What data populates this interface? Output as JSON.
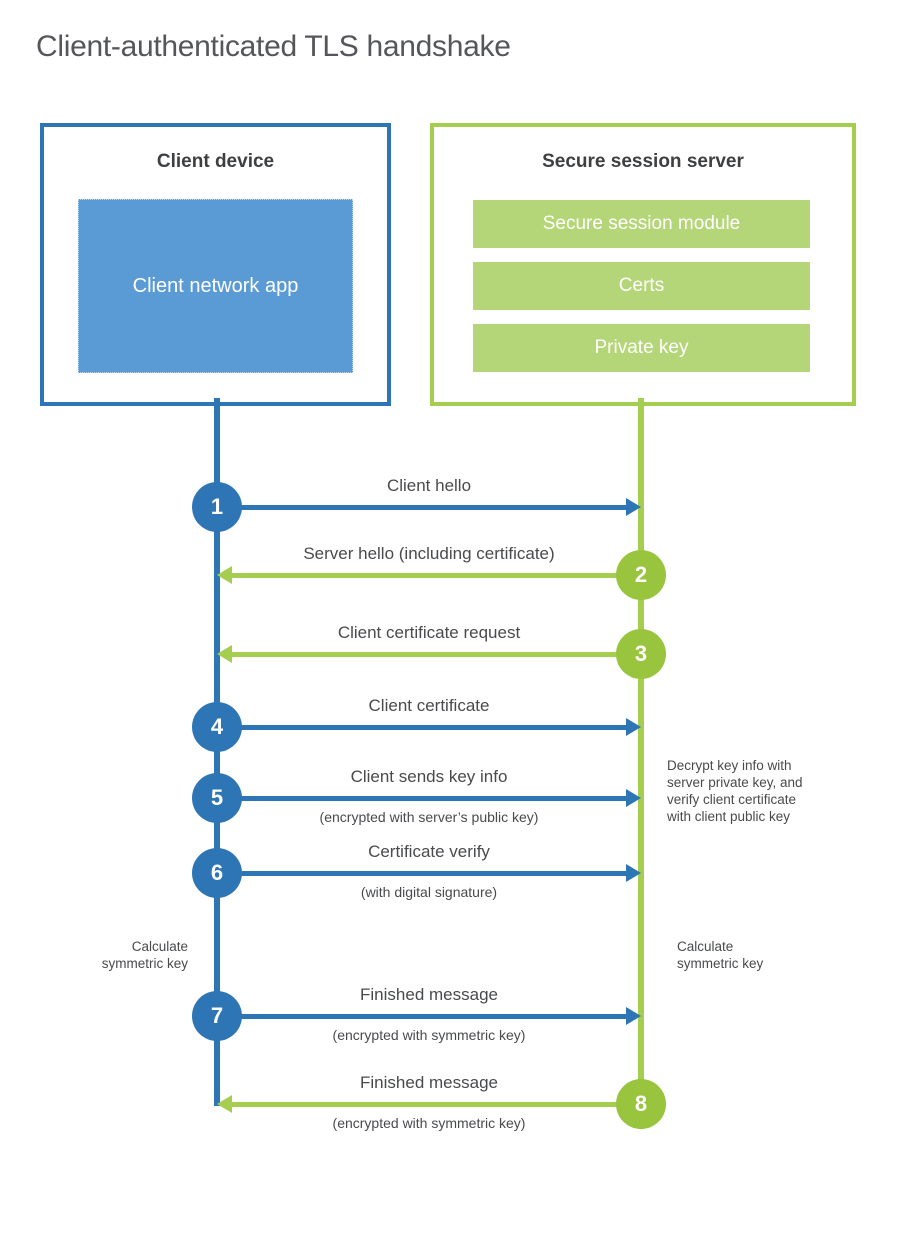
{
  "title": "Client-authenticated TLS handshake",
  "client": {
    "title": "Client device",
    "app": "Client network app"
  },
  "server": {
    "title": "Secure session server",
    "modules": [
      "Secure session module",
      "Certs",
      "Private key"
    ]
  },
  "steps": [
    {
      "num": "1",
      "actor": "client",
      "direction": "right",
      "label": "Client hello",
      "sub": ""
    },
    {
      "num": "2",
      "actor": "server",
      "direction": "left",
      "label": "Server hello (including certificate)",
      "sub": ""
    },
    {
      "num": "3",
      "actor": "server",
      "direction": "left",
      "label": "Client certificate request",
      "sub": ""
    },
    {
      "num": "4",
      "actor": "client",
      "direction": "right",
      "label": "Client certificate",
      "sub": ""
    },
    {
      "num": "5",
      "actor": "client",
      "direction": "right",
      "label": "Client sends key info",
      "sub": "(encrypted with server’s public key)"
    },
    {
      "num": "6",
      "actor": "client",
      "direction": "right",
      "label": "Certificate verify",
      "sub": "(with digital signature)"
    },
    {
      "num": "7",
      "actor": "client",
      "direction": "right",
      "label": "Finished message",
      "sub": "(encrypted with symmetric key)"
    },
    {
      "num": "8",
      "actor": "server",
      "direction": "left",
      "label": "Finished message",
      "sub": "(encrypted with symmetric key)"
    }
  ],
  "notes": {
    "decrypt": [
      "Decrypt key info with",
      "server private key, and",
      "verify client certificate",
      "with client public key"
    ],
    "calc_left": [
      "Calculate",
      "symmetric key"
    ],
    "calc_right": [
      "Calculate",
      "symmetric key"
    ]
  },
  "colors": {
    "blue": "#2e75b6",
    "blue_fill": "#5b9bd5",
    "green_line": "#a5cd50",
    "green_circle": "#98c43e",
    "green_fill": "#b5d678",
    "heading_text": "#3e3f41",
    "label_text": "#494a4c",
    "title_text": "#55565a"
  }
}
